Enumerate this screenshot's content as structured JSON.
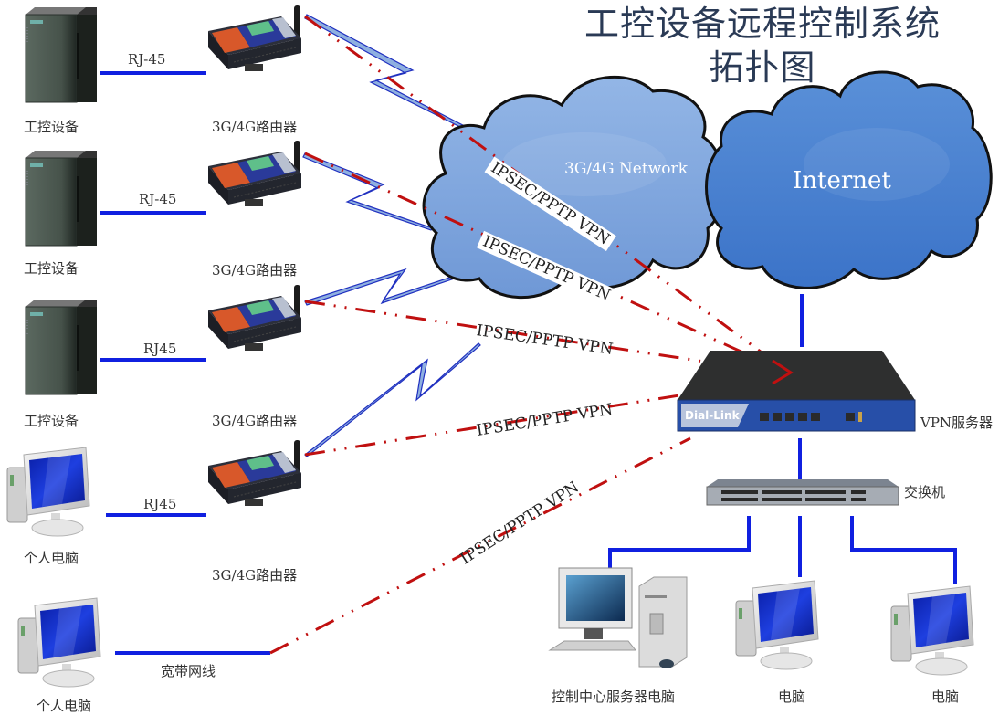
{
  "title": {
    "line1": "工控设备远程控制系统",
    "line2": "拓扑图"
  },
  "clouds": {
    "mobile": {
      "label": "3G/4G Network",
      "color": "#7ea6dc"
    },
    "internet": {
      "label": "Internet",
      "color": "#4a84d2"
    }
  },
  "branches": [
    {
      "device_label": "工控设备",
      "device_type": "plc-icon",
      "cable_label": "RJ-45",
      "router_label": "3G/4G路由器"
    },
    {
      "device_label": "工控设备",
      "device_type": "plc-icon",
      "cable_label": "RJ-45",
      "router_label": "3G/4G路由器"
    },
    {
      "device_label": "工控设备",
      "device_type": "plc-icon",
      "cable_label": "RJ45",
      "router_label": "3G/4G路由器"
    },
    {
      "device_label": "个人电脑",
      "device_type": "monitor-icon",
      "cable_label": "RJ45",
      "router_label": "3G/4G路由器"
    },
    {
      "device_label": "个人电脑",
      "device_type": "monitor-icon",
      "cable_label": "宽带网线",
      "router_label": ""
    }
  ],
  "tunnels": [
    {
      "label": "IPSEC/PPTP VPN"
    },
    {
      "label": "IPSEC/PPTP VPN"
    },
    {
      "label": "IPSEC/PPTP VPN"
    },
    {
      "label": "IPSEC/PPTP VPN"
    },
    {
      "label": "IPSEC/PPTP VPN"
    }
  ],
  "vpn_server": {
    "label": "VPN服务器",
    "brand": "Dial-Link"
  },
  "switch": {
    "label": "交换机"
  },
  "lan_hosts": [
    {
      "label": "控制中心服务器电脑"
    },
    {
      "label": "电脑"
    },
    {
      "label": "电脑"
    }
  ],
  "colors": {
    "lan_cable": "#1020e0",
    "vpn_tunnel": "#c01010",
    "wireless_bolt": "#8fb0e0",
    "wireless_edge": "#2030c0"
  }
}
